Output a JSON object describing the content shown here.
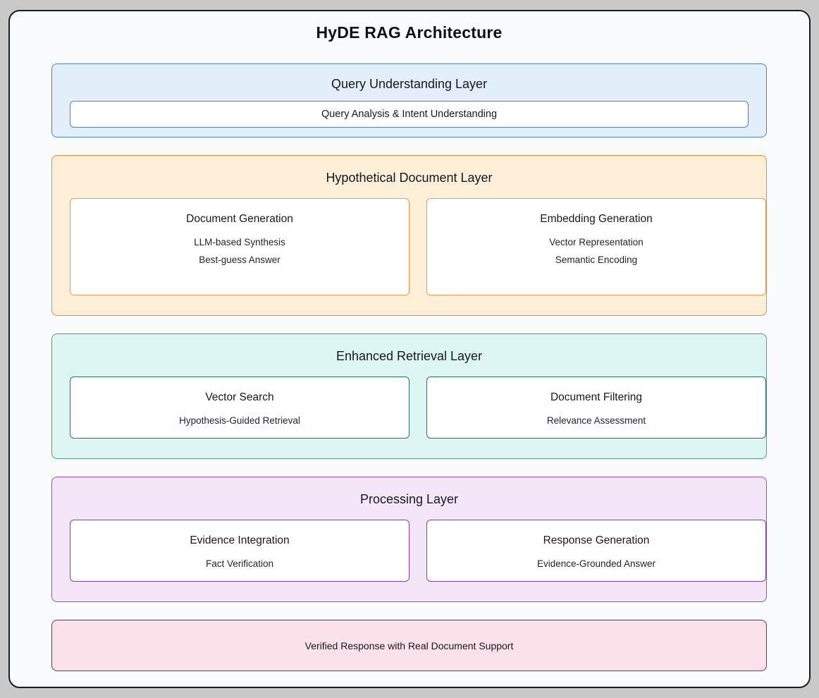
{
  "title": "HyDE RAG Architecture",
  "layers": [
    {
      "id": "query-understanding",
      "title": "Query Understanding Layer",
      "colors": {
        "background": "#e2effb",
        "border": "#4b83ba"
      },
      "boxes": [
        {
          "title": "Query Analysis & Intent Understanding",
          "items": []
        }
      ]
    },
    {
      "id": "hypothetical-document",
      "title": "Hypothetical Document Layer",
      "colors": {
        "background": "#fdeed8",
        "border": "#df8e3c",
        "box_border": "#e99a50"
      },
      "boxes": [
        {
          "title": "Document Generation",
          "items": [
            "LLM-based Synthesis",
            "Best-guess Answer"
          ]
        },
        {
          "title": "Embedding Generation",
          "items": [
            "Vector Representation",
            "Semantic Encoding"
          ]
        }
      ]
    },
    {
      "id": "enhanced-retrieval",
      "title": "Enhanced Retrieval Layer",
      "colors": {
        "background": "#dcf6f4",
        "border": "#4f9b94",
        "box_border": "#2d6e6d"
      },
      "boxes": [
        {
          "title": "Vector Search",
          "items": [
            "Hypothesis-Guided Retrieval"
          ]
        },
        {
          "title": "Document Filtering",
          "items": [
            "Relevance Assessment"
          ]
        }
      ]
    },
    {
      "id": "processing",
      "title": "Processing Layer",
      "colors": {
        "background": "#f3e6f8",
        "border": "#9a50b3",
        "box_border": "#8a3dab"
      },
      "boxes": [
        {
          "title": "Evidence Integration",
          "items": [
            "Fact Verification"
          ]
        },
        {
          "title": "Response Generation",
          "items": [
            "Evidence-Grounded Answer"
          ]
        }
      ]
    }
  ],
  "footer": {
    "label": "Verified Response with Real Document Support",
    "colors": {
      "background": "#fce1ea",
      "border": "#8e2458"
    }
  },
  "page_colors": {
    "outer_background": "#c9c9c9",
    "canvas_background": "#f8fafc",
    "canvas_border": "#1c1c1c",
    "text": "#16181d"
  }
}
